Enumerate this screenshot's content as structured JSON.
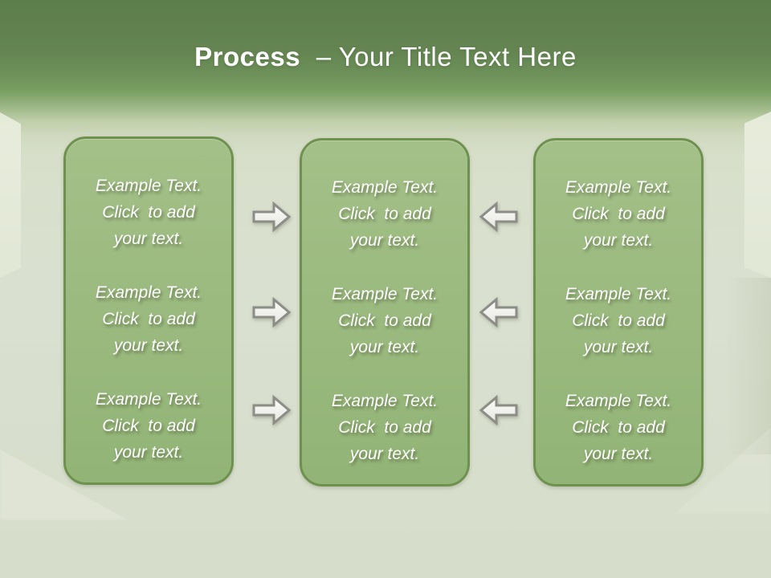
{
  "title": {
    "keyword": "Process",
    "rest": "– Your Title Text Here"
  },
  "columns": [
    {
      "id": "left",
      "blocks": [
        "Example Text.\nClick  to add\nyour text.",
        "Example Text.\nClick  to add\nyour text.",
        "Example Text.\nClick  to add\nyour text."
      ]
    },
    {
      "id": "center",
      "blocks": [
        "Example Text.\nClick  to add\nyour text.",
        "Example Text.\nClick  to add\nyour text.",
        "Example Text.\nClick  to add\nyour text."
      ]
    },
    {
      "id": "right",
      "blocks": [
        "Example Text.\nClick  to add\nyour text.",
        "Example Text.\nClick  to add\nyour text.",
        "Example Text.\nClick  to add\nyour text."
      ]
    }
  ],
  "arrows": {
    "right_pointing_count": 3,
    "left_pointing_count": 3
  },
  "colors": {
    "header_green": "#6e915a",
    "canvas": "#d9dfcd",
    "box_fill": "#97b87b",
    "box_border": "#6f9150",
    "arrow_fill": "#f2f2ee",
    "arrow_stroke": "#8d8d88",
    "text": "#ffffff"
  }
}
